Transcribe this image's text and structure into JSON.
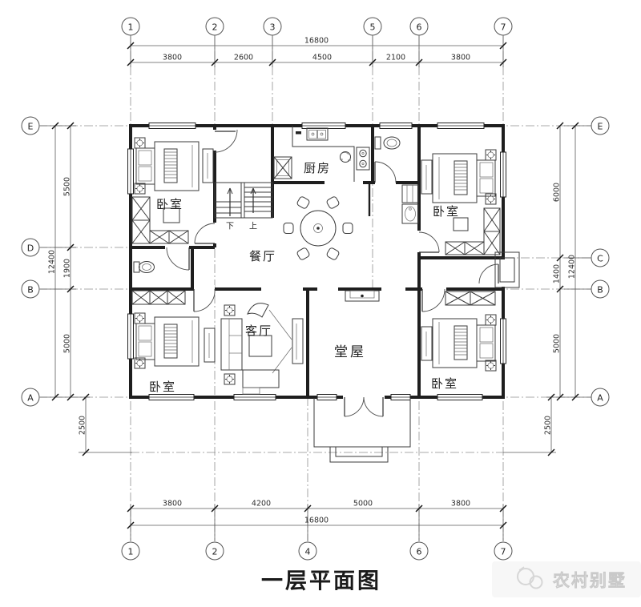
{
  "title": "一层平面图",
  "watermark": "农村别墅",
  "rooms": {
    "bedroom_tl": "卧室",
    "bedroom_tr": "卧室",
    "bedroom_bl": "卧室",
    "bedroom_br": "卧室",
    "kitchen": "厨房",
    "dining": "餐厅",
    "living": "客厅",
    "hall": "堂屋",
    "stair_down": "下",
    "stair_up": "上"
  },
  "axes": {
    "top": [
      "1",
      "2",
      "3",
      "5",
      "6",
      "7"
    ],
    "bottom": [
      "1",
      "2",
      "4",
      "6",
      "7"
    ],
    "left": [
      "E",
      "D",
      "B",
      "A"
    ],
    "right": [
      "E",
      "C",
      "B",
      "A"
    ]
  },
  "dims": {
    "top_total": "16800",
    "top_segments": [
      "3800",
      "2600",
      "4500",
      "2100",
      "3800"
    ],
    "bottom_segments": [
      "3800",
      "4200",
      "5000",
      "3800"
    ],
    "bottom_total": "16800",
    "left_total": "12400",
    "left_segments": [
      "5500",
      "1900",
      "5000"
    ],
    "left_offset": "2500",
    "right_total": "12400",
    "right_segments": [
      "6000",
      "1400",
      "5000"
    ],
    "right_offset": "2500"
  },
  "colors": {
    "line": "#1e1e1e",
    "grid": "#8f8f8f",
    "watermark_bg": "#ededed"
  }
}
